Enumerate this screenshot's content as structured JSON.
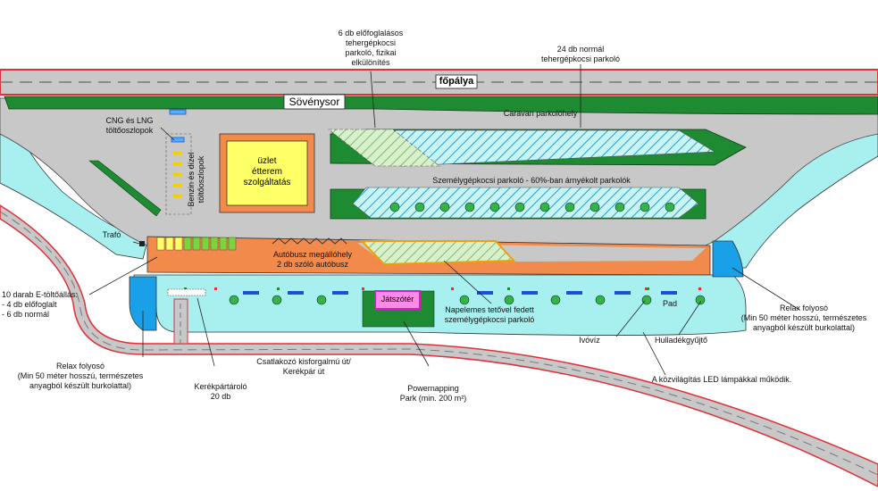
{
  "labels": {
    "main_road": "főpálya",
    "hedge": "Sövénysor",
    "caravan": "Caravan parkolóhely",
    "truck_reserved": "6 db előfoglalásos\ntehergépkocsi\nparkoló, fizikai\nelkülönítés",
    "truck_normal": "24 db normál\ntehergépkocsi parkoló",
    "cng_lng": "CNG és LNG\ntöltőoszlopok",
    "fuel_pumps": "Benzin és dízel\ntöltőoszlopok",
    "shop": "üzlet\nétterem\nszolgáltatás",
    "car_parking": "Személygépkocsi parkoló - 60%-ban árnyékolt parkolók",
    "trafo": "Trafó",
    "bus_stop": "Autóbusz megállóhely\n2 db szóló autóbusz",
    "ev_charging": "10 darab E-töltőállás:\n - 4 db előfoglalt\n - 6 db normál",
    "playground": "Játszótér",
    "solar_parking": "Napelemes tetővel fedett\nszemélygépkocsi parkoló",
    "relax_left": "Relax folyosó\n(Min 50 méter hosszú, természetes\nanyagból készült burkolattal)",
    "relax_right": "Relax folyosó\n(Min 50 méter hosszú, természetes\nanyagból készült burkolattal)",
    "bike_storage": "Kerékpártároló\n20 db",
    "access_road": "Csatlakozó kisforgalmú út/\nKerékpár út",
    "power_nap": "Powernapping\nPark (min. 200 m²)",
    "drinking_water": "Ivóvíz",
    "bench": "Pad",
    "waste": "Hulladékgyűjtő",
    "lighting": "A közvilágítás LED lámpákkal működik."
  },
  "colors": {
    "road_edge": "#e0303a",
    "asphalt": "#c8c8c8",
    "green": "#1e8a32",
    "water": "#a8f0f0",
    "orange": "#f28a4c",
    "yellow": "#ffff66",
    "magenta": "#d020c8",
    "blue": "#1f4fd8",
    "light_blue": "#19a0e8",
    "pale_green": "#b9e6b0"
  }
}
